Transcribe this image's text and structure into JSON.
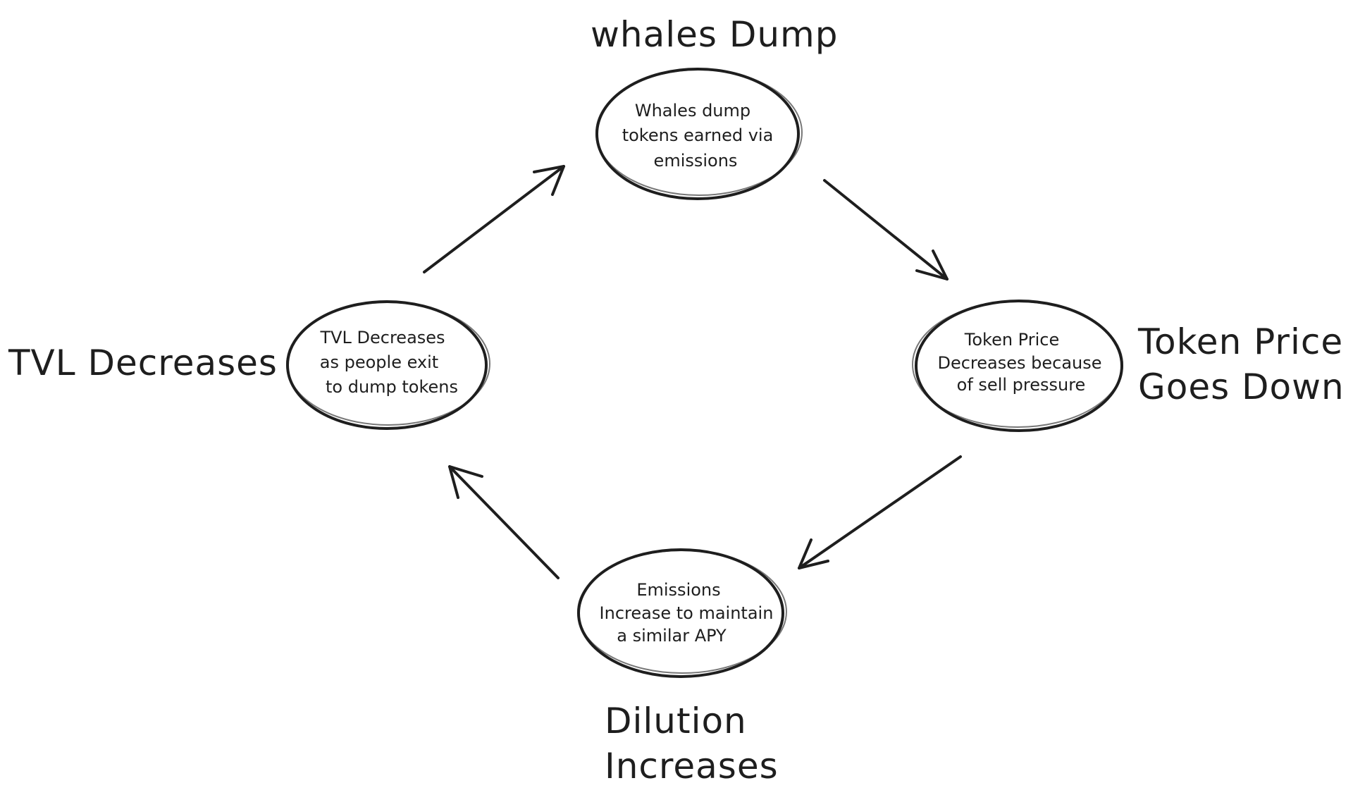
{
  "labels": {
    "whales_dump": "whales Dump",
    "token_price": [
      "Token Price",
      "Goes Down"
    ],
    "dilution": [
      "Dilution",
      "Increases"
    ],
    "tvl": "TVL Decreases"
  },
  "nodes": {
    "whales": [
      "Whales dump",
      "tokens earned via",
      "emissions"
    ],
    "price": [
      "Token Price",
      "Decreases because",
      "of sell pressure"
    ],
    "emissions": [
      "Emissions",
      "Increase to maintain",
      "a similar APY"
    ],
    "tvl": [
      "TVL Decreases",
      "as people exit",
      "to dump tokens"
    ]
  },
  "colors": {
    "stroke": "#1e1e1e",
    "background": "#ffffff"
  }
}
